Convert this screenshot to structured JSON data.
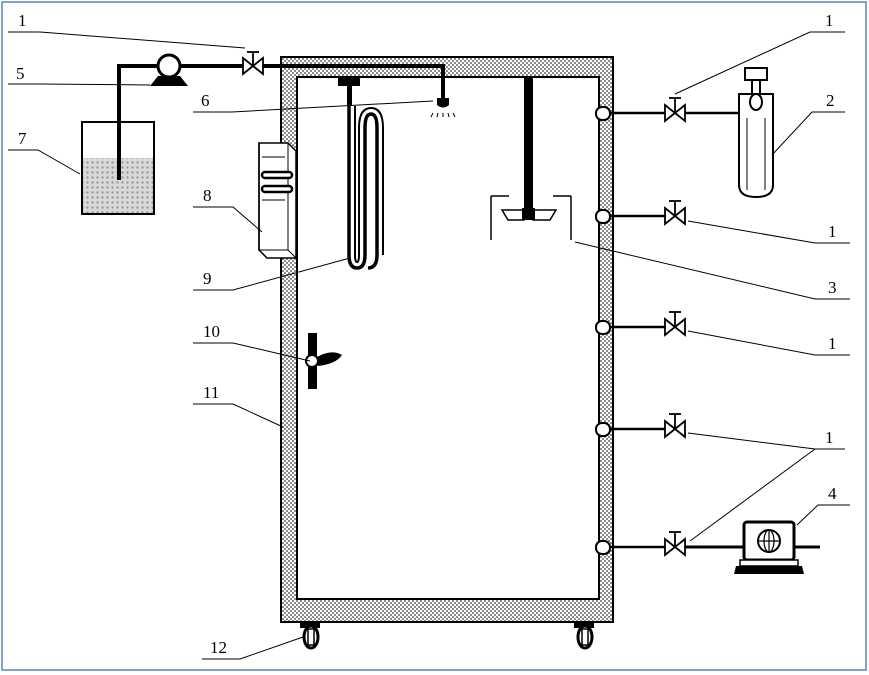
{
  "figure": {
    "frame_color": "#5a86b8",
    "line_color": "#000000",
    "hatch_color": "#9a9a9a"
  },
  "labels": {
    "valve_pump_line": "1",
    "valve_gas_cylinder": "1",
    "valve_port_2": "1",
    "valve_port_3": "1",
    "valve_lower": "1",
    "gas_cylinder": "2",
    "stirrer": "3",
    "data_logger": "4",
    "pump": "5",
    "spray_nozzle": "6",
    "liquid_tank": "7",
    "control_box": "8",
    "heater_coil": "9",
    "fan": "10",
    "insulated_wall": "11",
    "caster_wheel": "12"
  }
}
